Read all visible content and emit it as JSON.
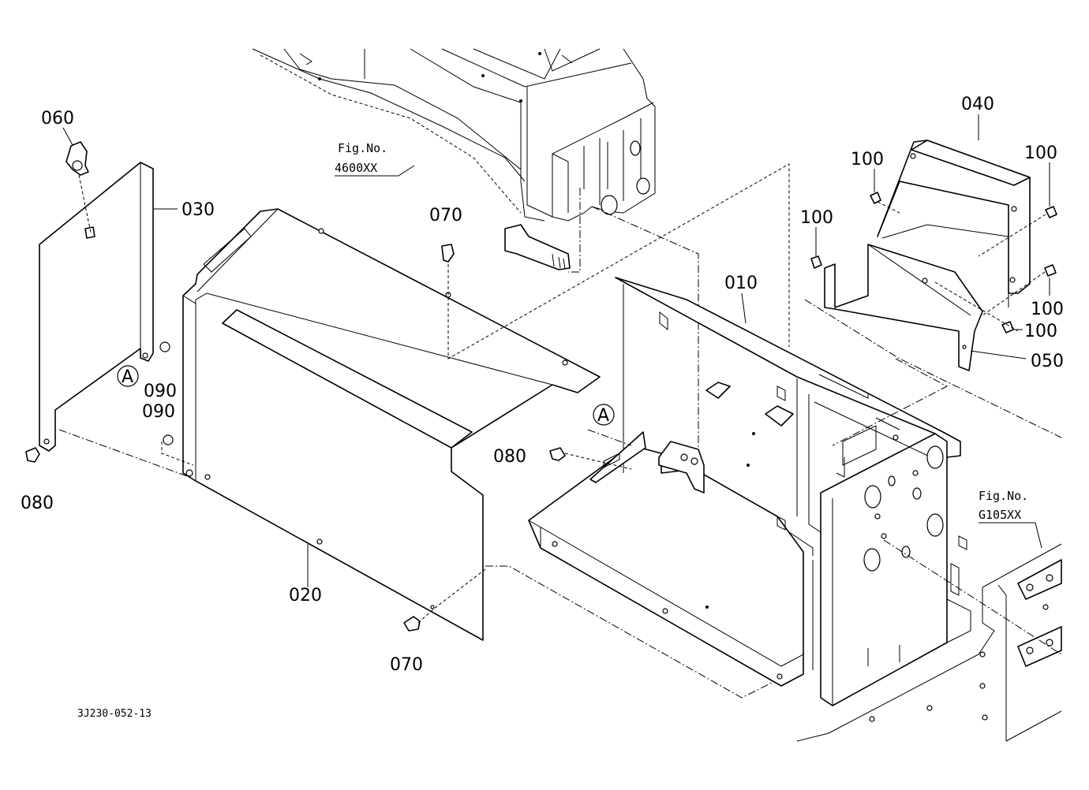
{
  "diagram": {
    "drawing_code": "3J230-052-13",
    "references": [
      {
        "id": "ref-4600",
        "line1": "Fig.No.",
        "line2": "4600XX"
      },
      {
        "id": "ref-g105",
        "line1": "Fig.No.",
        "line2": "G105XX"
      }
    ],
    "callouts": {
      "c010": "010",
      "c020": "020",
      "c030": "030",
      "c040": "040",
      "c050": "050",
      "c060": "060",
      "c070a": "070",
      "c070b": "070",
      "c080a": "080",
      "c080b": "080",
      "c090a": "090",
      "c090b": "090",
      "c100a": "100",
      "c100b": "100",
      "c100c": "100",
      "c100d": "100",
      "c100e": "100"
    },
    "markers": {
      "markA1": "A",
      "markA2": "A"
    }
  }
}
